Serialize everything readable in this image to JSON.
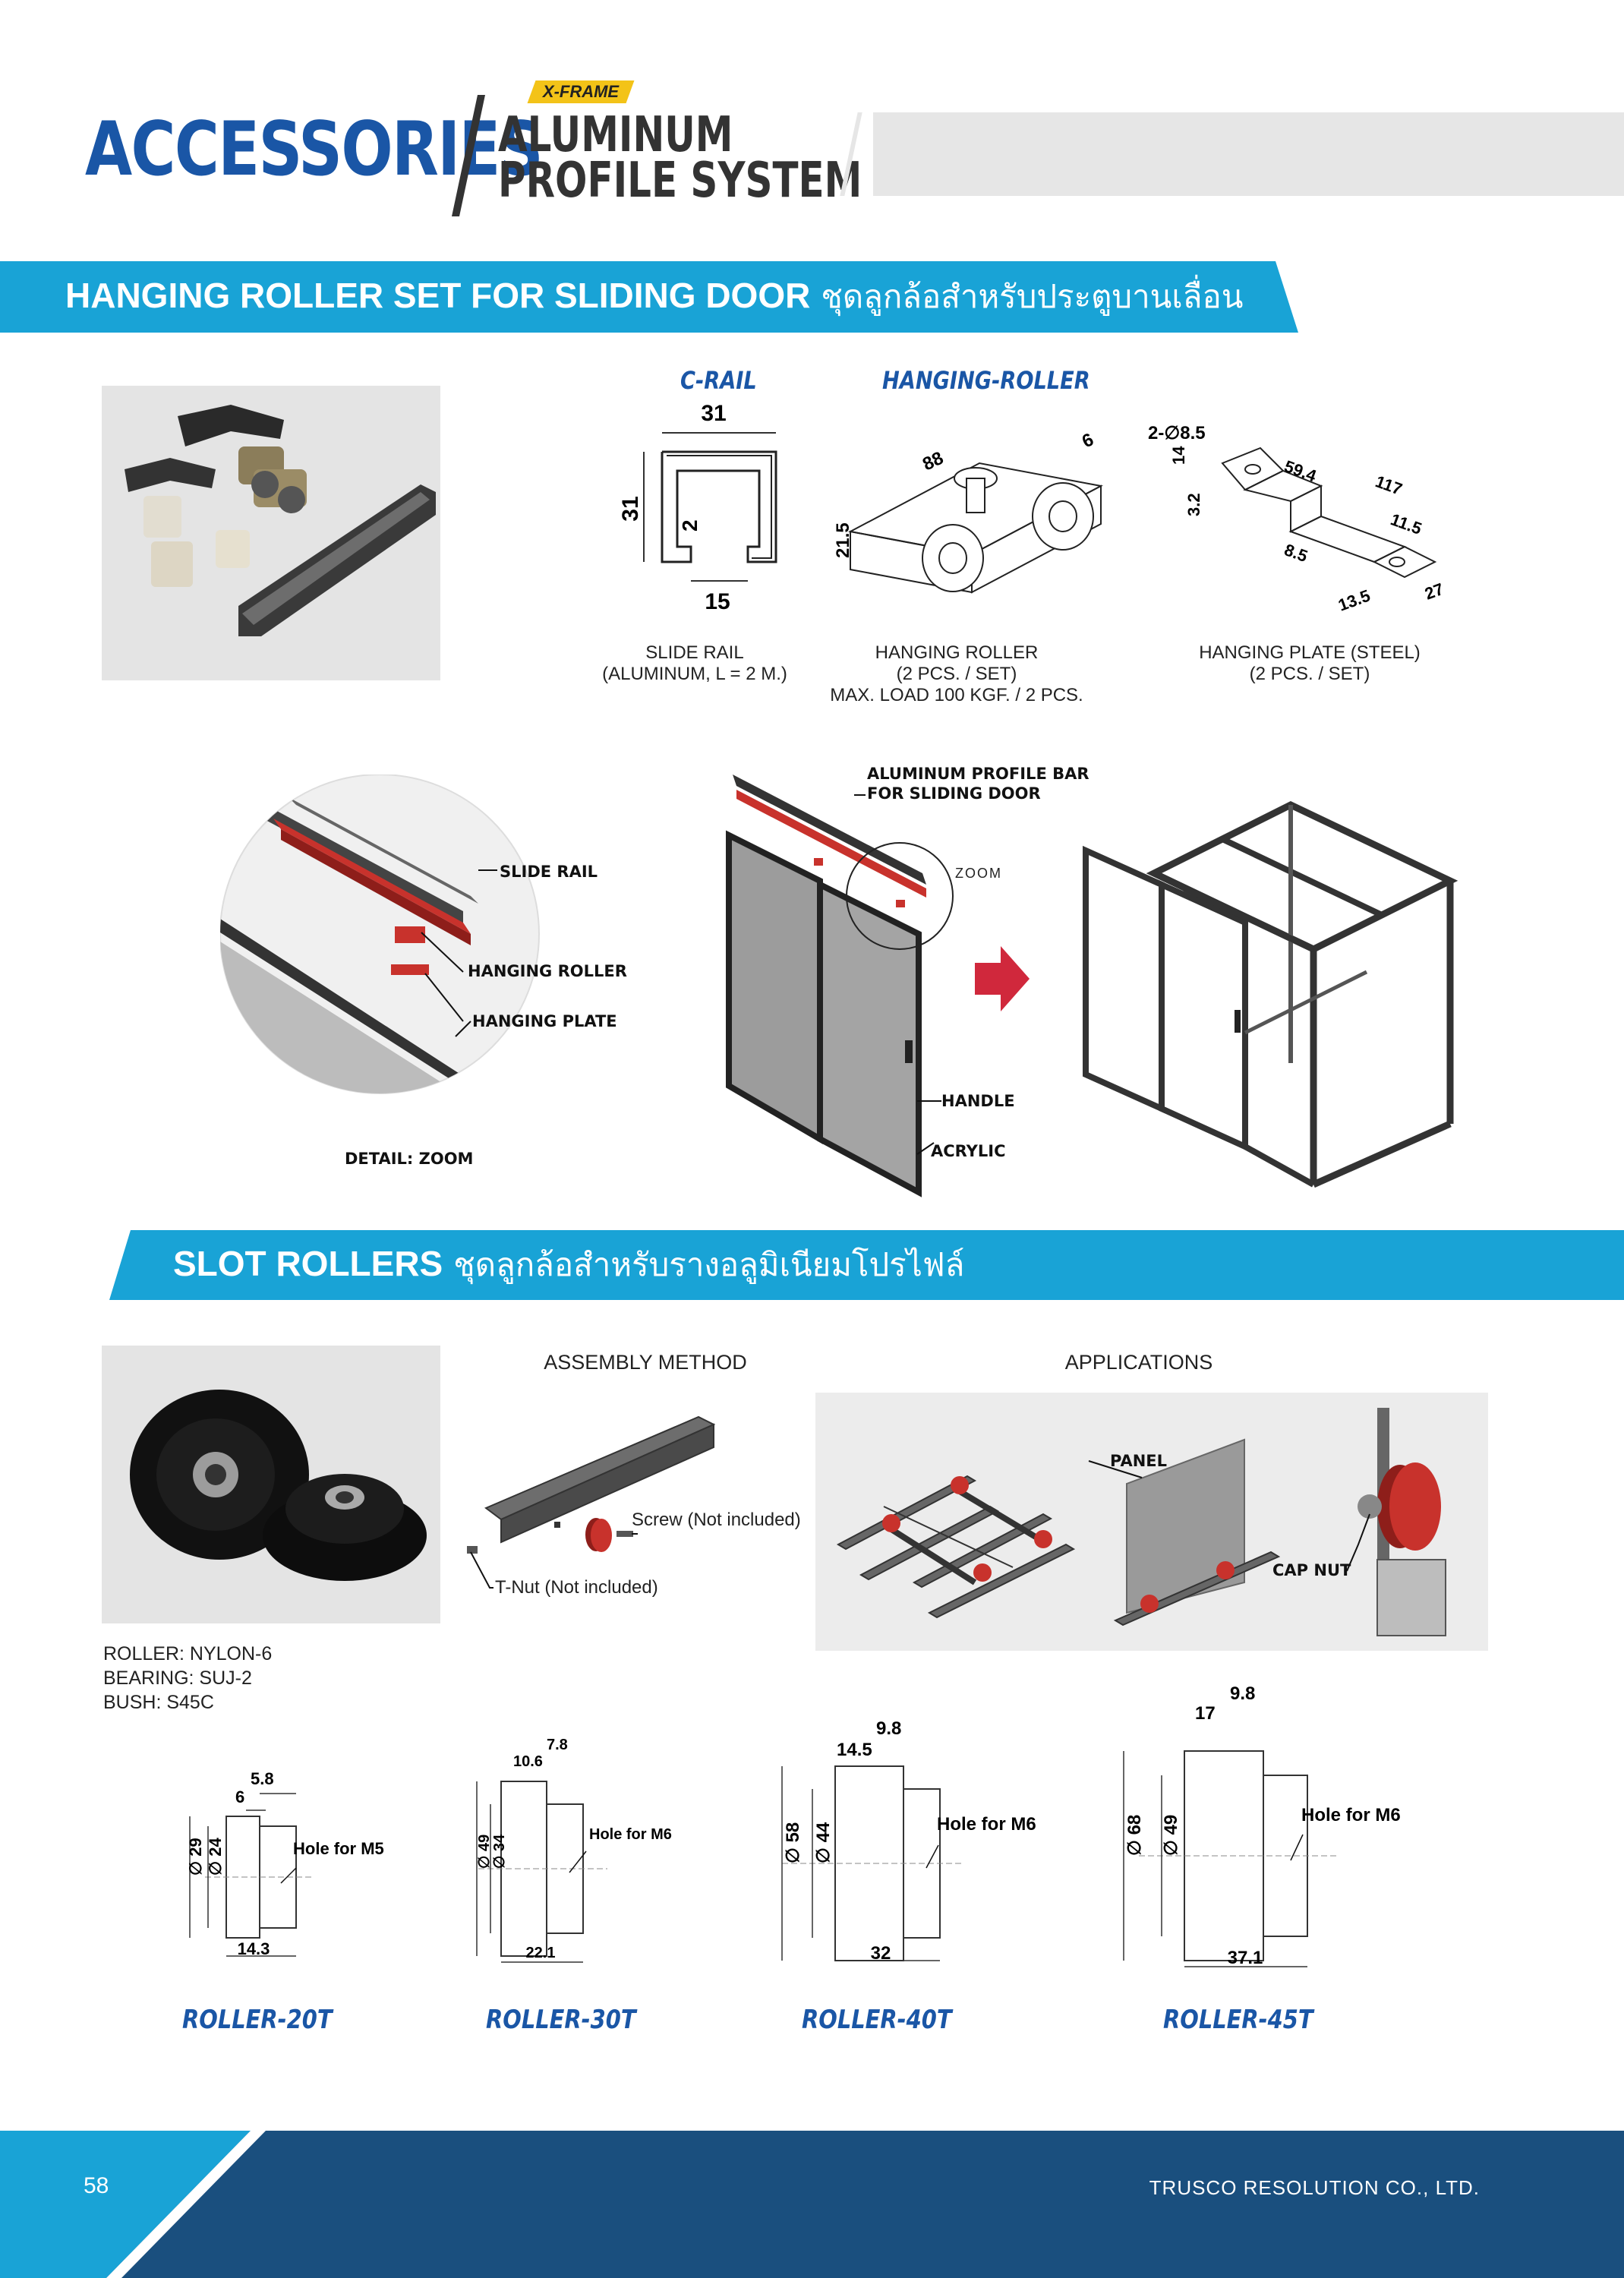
{
  "header": {
    "title": "ACCESSORIES",
    "badge": "X-FRAME",
    "subtitle_line1": "ALUMINUM",
    "subtitle_line2": "PROFILE SYSTEM"
  },
  "section1": {
    "title": "HANGING ROLLER SET FOR SLIDING DOOR",
    "title_thai": "ชุดลูกล้อสำหรับประตูบานเลื่อน",
    "c_rail_title": "C-RAIL",
    "hanging_roller_title": "HANGING-ROLLER",
    "c_rail_dims": {
      "top": "31",
      "left": "31",
      "inner": "2",
      "bottom": "15"
    },
    "roller_dims": {
      "length": "88",
      "top": "6",
      "height": "21.5"
    },
    "plate_dims": {
      "holes": "2-∅8.5",
      "d1": "59.4",
      "d2": "117",
      "d3": "11.5",
      "d4": "8.5",
      "d5": "13.5",
      "d6": "27",
      "h1": "14",
      "h2": "3.2"
    },
    "slide_rail_caption": [
      "SLIDE RAIL",
      "(ALUMINUM, L = 2 M.)"
    ],
    "hanging_roller_caption": [
      "HANGING ROLLER",
      "(2 PCS. / SET)",
      "MAX. LOAD 100 KGF. / 2 PCS."
    ],
    "hanging_plate_caption": [
      "HANGING PLATE (STEEL)",
      "(2 PCS. / SET)"
    ],
    "detail_callouts": {
      "slide_rail": "SLIDE RAIL",
      "hanging_roller": "HANGING ROLLER",
      "hanging_plate": "HANGING PLATE",
      "detail": "DETAIL: ZOOM"
    },
    "door_callouts": {
      "profile_bar_1": "ALUMINUM PROFILE BAR",
      "profile_bar_2": "FOR SLIDING DOOR",
      "zoom": "ZOOM",
      "handle": "HANDLE",
      "acrylic": "ACRYLIC"
    }
  },
  "section2": {
    "title": "SLOT ROLLERS",
    "title_thai": "ชุดลูกล้อสำหรับรางอลูมิเนียมโปรไฟล์",
    "assembly_label": "ASSEMBLY METHOD",
    "applications_label": "APPLICATIONS",
    "screw_label": "Screw (Not included)",
    "tnut_label": "T-Nut (Not included)",
    "panel_label": "PANEL",
    "cap_nut_label": "CAP NUT",
    "materials": [
      "ROLLER: NYLON-6",
      "BEARING: SUJ-2",
      "BUSH: S45C"
    ],
    "rollers": [
      {
        "name": "ROLLER-20T",
        "outer": "∅ 29",
        "inner": "∅ 24",
        "top1": "5.8",
        "top2": "6",
        "bottom": "14.3",
        "hole": "Hole for M5"
      },
      {
        "name": "ROLLER-30T",
        "outer": "∅ 49",
        "inner": "∅ 34",
        "top1": "7.8",
        "top2": "10.6",
        "bottom": "22.1",
        "hole": "Hole for M6"
      },
      {
        "name": "ROLLER-40T",
        "outer": "∅ 58",
        "inner": "∅ 44",
        "top1": "9.8",
        "top2": "14.5",
        "bottom": "32",
        "hole": "Hole for M6"
      },
      {
        "name": "ROLLER-45T",
        "outer": "∅ 68",
        "inner": "∅ 49",
        "top1": "9.8",
        "top2": "17",
        "bottom": "37.1",
        "hole": "Hole for M6"
      }
    ]
  },
  "footer": {
    "page": "58",
    "company": "TRUSCO RESOLUTION CO., LTD."
  }
}
